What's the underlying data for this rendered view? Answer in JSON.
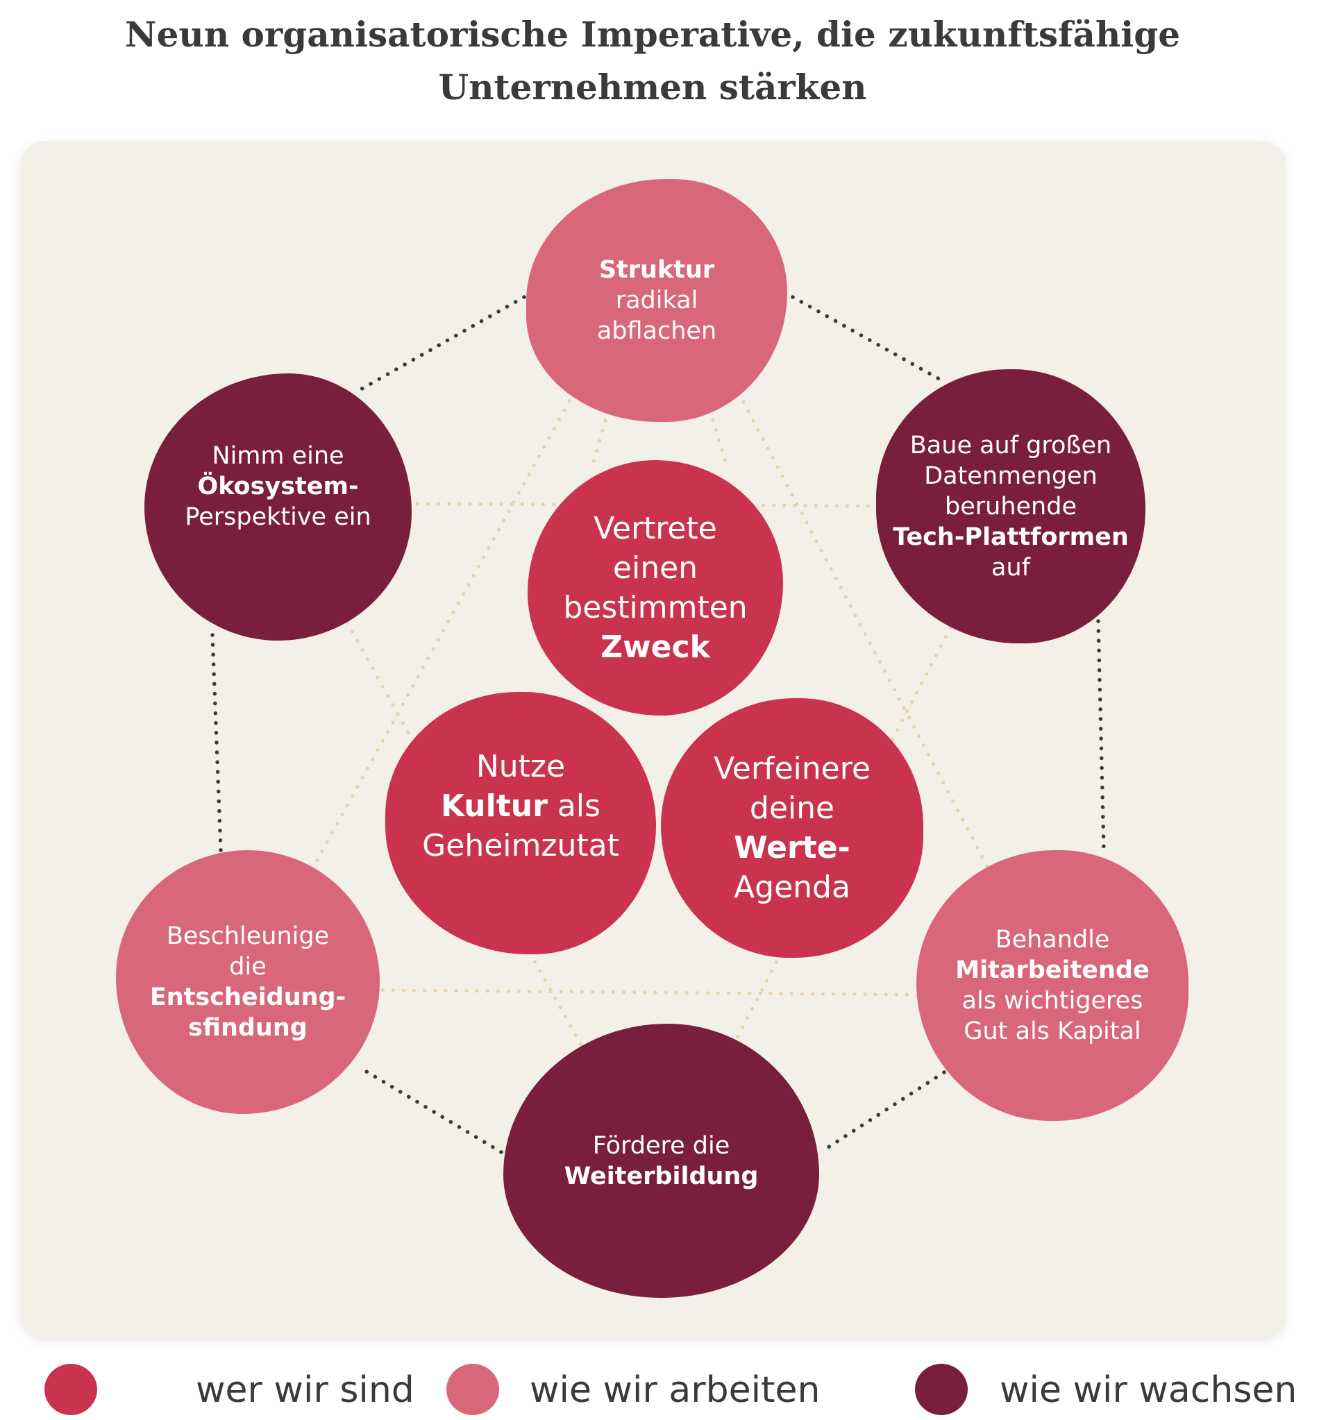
{
  "title": {
    "line1": "Neun organisatorische Imperative, die zukunftsfähige",
    "line2": "Unternehmen stärken"
  },
  "colors": {
    "wer_wir_sind": "#c9334d",
    "wie_wir_arbeiten": "#d9677a",
    "wie_wir_wachsen": "#7a1e3e",
    "panel": "#f3f0e7",
    "outer_ring_dots": "#3a3a3a",
    "inner_dots": "#e8d3a6"
  },
  "nodes": {
    "struktur": {
      "category": "wie wir arbeiten",
      "lines": [
        "Struktur",
        "radikal",
        "abflachen"
      ]
    },
    "tech": {
      "category": "wie wir wachsen",
      "lines": [
        "Baue auf großen",
        "Datenmengen",
        "beruhende",
        "Tech-Plattformen",
        "auf"
      ]
    },
    "mitarbeitende": {
      "category": "wie wir arbeiten",
      "lines": [
        "Behandle",
        "Mitarbeitende",
        "als wichtigeres",
        "Gut als Kapital"
      ]
    },
    "weiterbildung": {
      "category": "wie wir wachsen",
      "lines": [
        "Fördere die",
        "Weiterbildung"
      ]
    },
    "entscheidung": {
      "category": "wie wir arbeiten",
      "lines": [
        "Beschleunige",
        "die",
        "Entscheidung-",
        "sfindung"
      ]
    },
    "oekosystem": {
      "category": "wie wir wachsen",
      "lines": [
        "Nimm eine",
        "Ökosystem-",
        "Perspektive ein"
      ]
    },
    "zweck": {
      "category": "wer wir sind",
      "lines": [
        "Vertrete",
        "einen",
        "bestimmten",
        "Zweck"
      ]
    },
    "kultur": {
      "category": "wer wir sind",
      "line1": "Nutze",
      "line2_bold": "Kultur",
      "line2_rest": " als",
      "line3": "Geheimzutat"
    },
    "werte": {
      "category": "wer wir sind",
      "lines": [
        "Verfeinere",
        "deine",
        "Werte-",
        "Agenda"
      ]
    }
  },
  "legend": [
    {
      "label": "wer wir sind"
    },
    {
      "label": "wie wir arbeiten"
    },
    {
      "label": "wie wir wachsen"
    }
  ]
}
